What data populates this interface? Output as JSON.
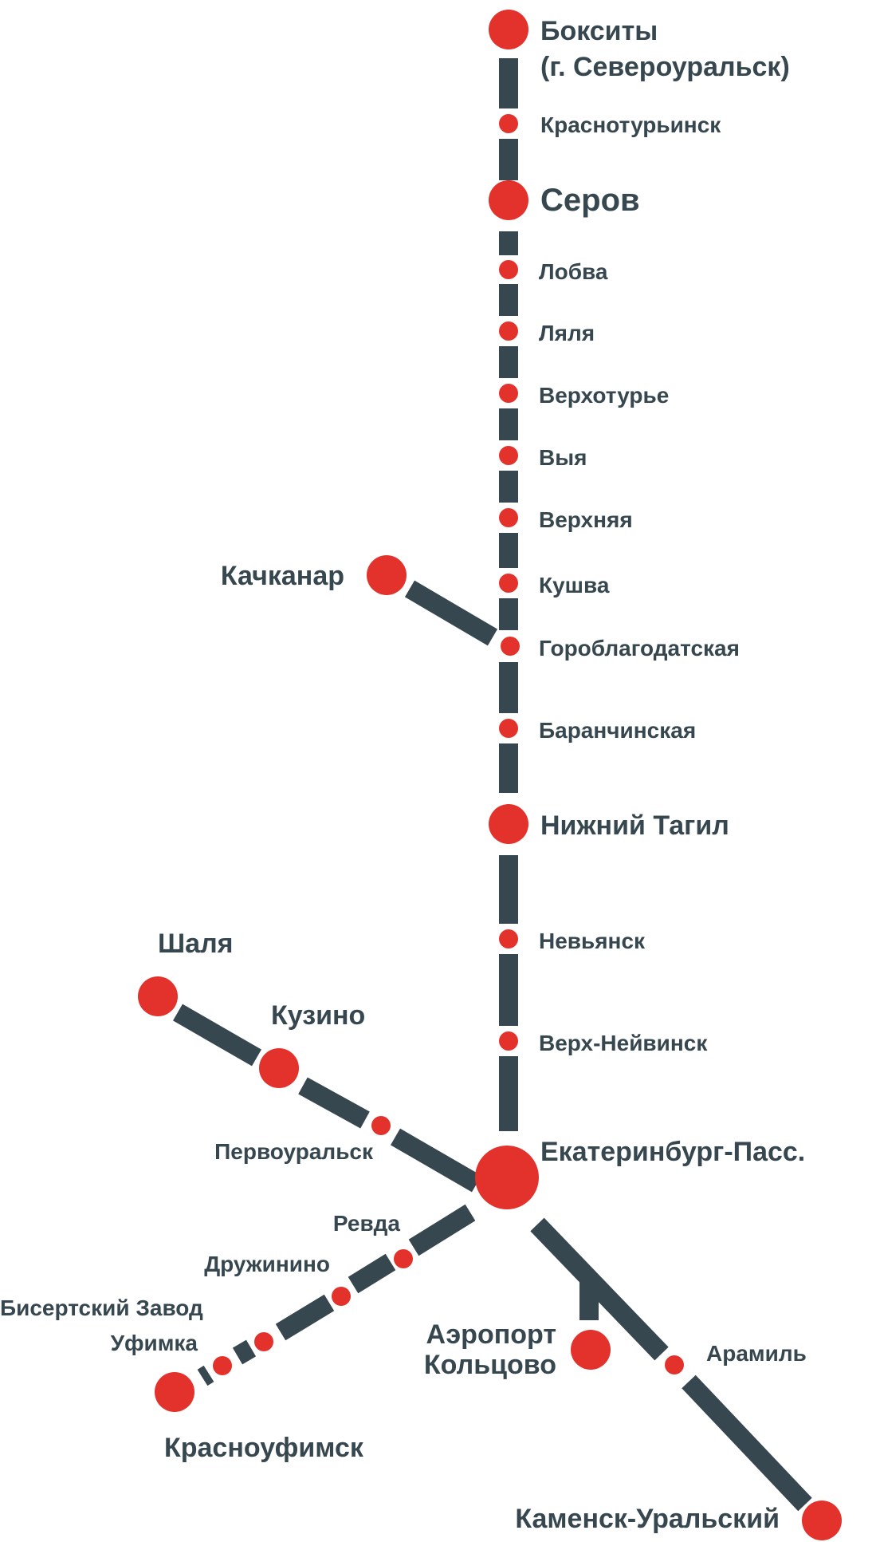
{
  "colors": {
    "line": "#37474f",
    "station": "#e3322b",
    "background": "#ffffff"
  },
  "stations": {
    "boksity": "Бокситы",
    "boksity_sub": "(г. Североуральск)",
    "krasnoturyinsk": "Краснотурьинск",
    "serov": "Серов",
    "lobva": "Лобва",
    "lyalya": "Ляля",
    "verkhoturye": "Верхотурье",
    "vyya": "Выя",
    "verkhnyaya": "Верхняя",
    "kushva": "Кушва",
    "goroblagodatskaya": "Гороблагодатская",
    "kachkanar": "Качканар",
    "baranchinskaya": "Баранчинская",
    "nizhny_tagil": "Нижний Тагил",
    "nevyansk": "Невьянск",
    "verkh_neyvinsk": "Верх-Нейвинск",
    "ekaterinburg": "Екатеринбург-Пасс.",
    "shalya": "Шаля",
    "kuzino": "Кузино",
    "pervouralsk": "Первоуральск",
    "revda": "Ревда",
    "druzhinino": "Дружинино",
    "bisertsky_zavod": "Бисертский Завод",
    "ufimka": "Уфимка",
    "krasnoufimsk": "Красноуфимск",
    "aeroport_line1": "Аэропорт",
    "aeroport_line2": "Кольцово",
    "aramil": "Арамиль",
    "kamensk": "Каменск-Уральский"
  }
}
